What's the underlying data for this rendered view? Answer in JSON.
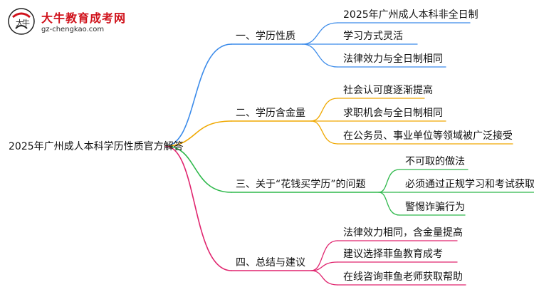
{
  "brand": {
    "name": "大牛教育成考网",
    "url": "gz-chengkao.com",
    "logo_char_1": "大",
    "logo_char_2": "牛",
    "red": "#d0121b"
  },
  "root": {
    "label": "2025年广州成人本科学历性质官方解答"
  },
  "branches": [
    {
      "label": "一、学历性质",
      "color": "#3b8bea",
      "children": [
        "2025年广州成人本科非全日制",
        "学习方式灵活",
        "法律效力与全日制相同"
      ]
    },
    {
      "label": "二、学历含金量",
      "color": "#f0a800",
      "children": [
        "社会认可度逐渐提高",
        "求职机会与全日制相同",
        "在公务员、事业单位等领域被广泛接受"
      ]
    },
    {
      "label": "三、关于“花钱买学历”的问题",
      "color": "#2db84a",
      "children": [
        "不可取的做法",
        "必须通过正规学习和考试获取",
        "警惕诈骗行为"
      ]
    },
    {
      "label": "四、总结与建议",
      "color": "#e0246e",
      "children": [
        "法律效力相同，含金量提高",
        "建议选择菲鱼教育成考",
        "在线咨询菲鱼老师获取帮助"
      ]
    }
  ]
}
